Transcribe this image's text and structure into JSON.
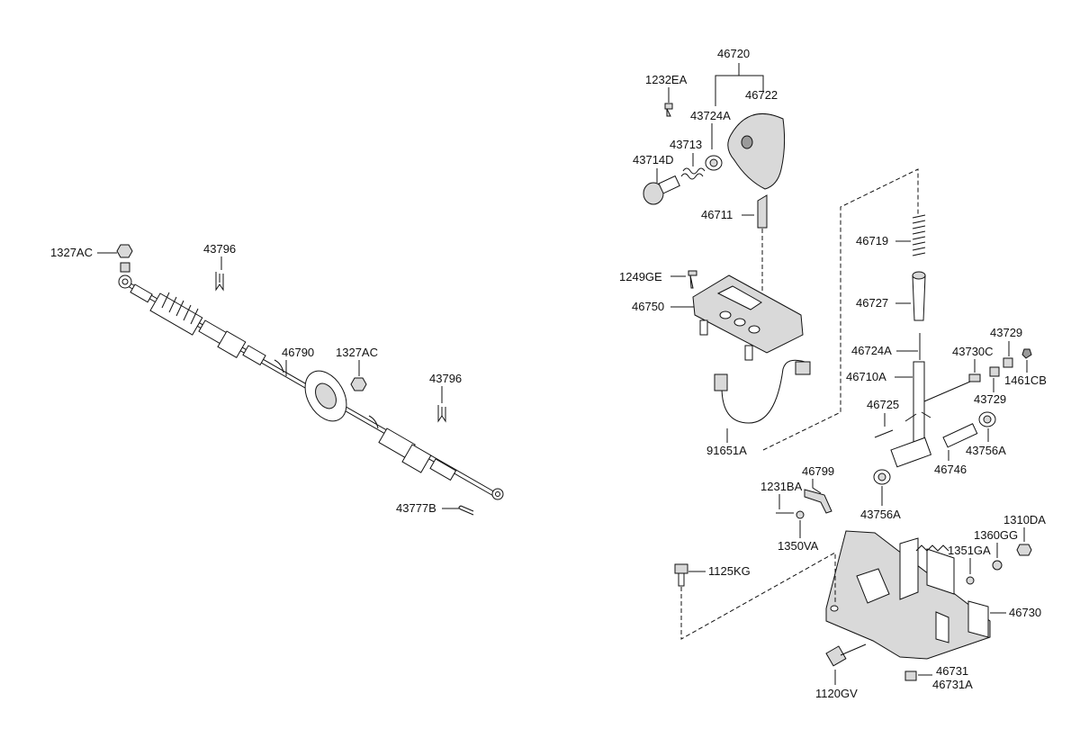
{
  "labels": {
    "p46720": "46720",
    "p1232EA": "1232EA",
    "p46722": "46722",
    "p43724A": "43724A",
    "p43713": "43713",
    "p43714D": "43714D",
    "p46711": "46711",
    "p46719": "46719",
    "p1249GE": "1249GE",
    "p46750": "46750",
    "p46727": "46727",
    "p43729a": "43729",
    "p46724A": "46724A",
    "p43730C": "43730C",
    "p1461CB": "1461CB",
    "p46710A": "46710A",
    "p43729b": "43729",
    "p46725": "46725",
    "p43756Aa": "43756A",
    "p91651A": "91651A",
    "p46746": "46746",
    "p46799": "46799",
    "p1231BA": "1231BA",
    "p43756Ab": "43756A",
    "p1310DA": "1310DA",
    "p1360GG": "1360GG",
    "p1350VA": "1350VA",
    "p1351GA": "1351GA",
    "p1125KG": "1125KG",
    "p46730": "46730",
    "p46731": "46731",
    "p46731A": "46731A",
    "p1120GV": "1120GV",
    "p1327ACa": "1327AC",
    "p43796a": "43796",
    "p46790": "46790",
    "p1327ACb": "1327AC",
    "p43796b": "43796",
    "p43777B": "43777B"
  }
}
